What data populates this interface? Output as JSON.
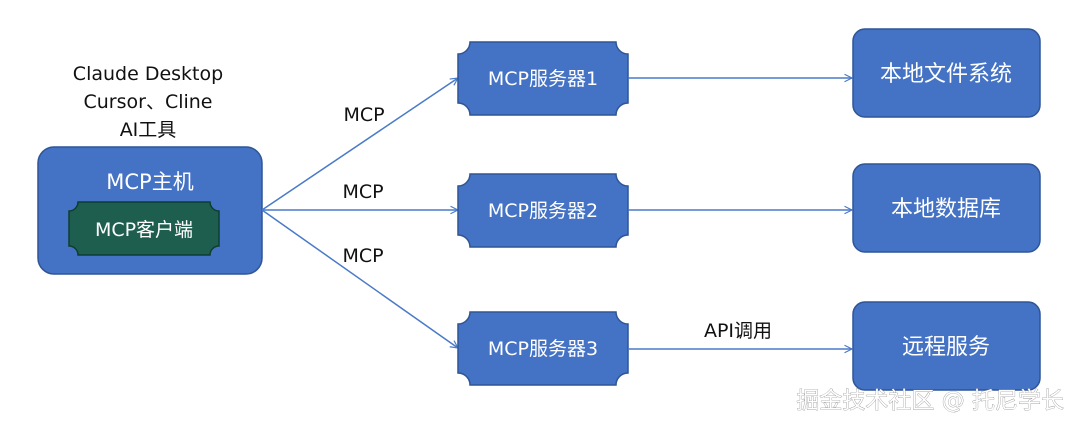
{
  "host": {
    "caption_lines": [
      "Claude Desktop",
      "Cursor、Cline",
      "AI工具"
    ],
    "title": "MCP主机",
    "client_label": "MCP客户端"
  },
  "connections": {
    "host_to_servers": [
      "MCP",
      "MCP",
      "MCP"
    ],
    "server3_to_remote": "API调用"
  },
  "servers": [
    {
      "label": "MCP服务器1"
    },
    {
      "label": "MCP服务器2"
    },
    {
      "label": "MCP服务器3"
    }
  ],
  "resources": [
    {
      "label": "本地文件系统"
    },
    {
      "label": "本地数据库"
    },
    {
      "label": "远程服务"
    }
  ],
  "watermark": "掘金技术社区 @ 托尼学长",
  "colors": {
    "box_fill": "#4472c4",
    "box_stroke": "#2f5597",
    "client_fill": "#1e5e4e",
    "client_stroke": "#0f3d32",
    "arrow": "#4a7ac8",
    "text_dark": "#111111"
  }
}
